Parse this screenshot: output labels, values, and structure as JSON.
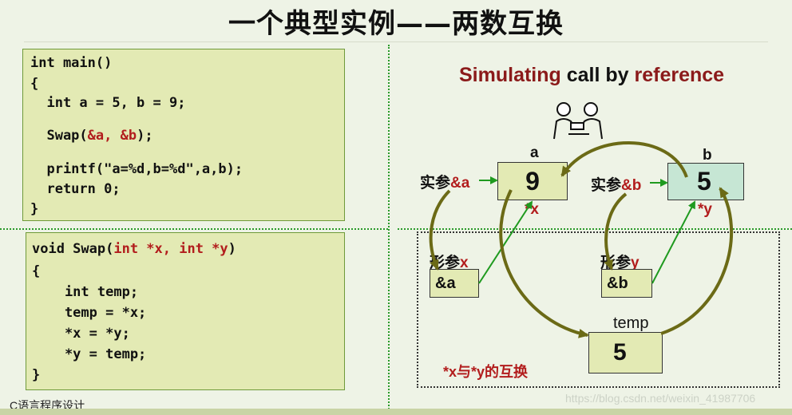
{
  "title": "一个典型实例——两数互换",
  "main_code": {
    "line1": "int main()",
    "line2": "{",
    "line3": "  int a = 5, b = 9;",
    "line4_pre": "  Swap(",
    "line4_args": "&a, &b",
    "line4_post": ");",
    "line5": "  printf(\"a=%d,b=%d\",a,b);",
    "line6": "  return 0;",
    "line7": "}"
  },
  "swap_code": {
    "sig_pre": "void Swap(",
    "sig_params": "int *x, int *y",
    "sig_post": ")",
    "open": "{",
    "body1": "    int temp;",
    "body2": "    temp = *x;",
    "body3": "    *x = *y;",
    "body4": "    *y = temp;",
    "close": "}"
  },
  "diagram": {
    "heading_part1": "Simulating",
    "heading_part2": " call by ",
    "heading_part3": "reference",
    "var_a_name": "a",
    "var_a_value": "9",
    "var_b_name": "b",
    "var_b_value": "5",
    "actual_a_prefix": "实参",
    "actual_a_arg": "&a",
    "actual_b_prefix": "实参",
    "actual_b_arg": "&b",
    "deref_x": "*x",
    "deref_y": "*y",
    "formal_x_prefix": "形参",
    "formal_x_name": "x",
    "formal_y_prefix": "形参",
    "formal_y_name": "y",
    "param_x_value": "&a",
    "param_y_value": "&b",
    "temp_name": "temp",
    "temp_value": "5",
    "swap_note": "*x与*y的互换"
  },
  "footer": {
    "course": "C语言程序设计",
    "watermark": "https://blog.csdn.net/weixin_41987706"
  },
  "colors": {
    "box_a": "#e3eab4",
    "box_b": "#c6e6d4",
    "arrow_green": "#1f9a1f",
    "arrow_olive": "#6b6a16",
    "accent_red": "#b21d1d"
  }
}
